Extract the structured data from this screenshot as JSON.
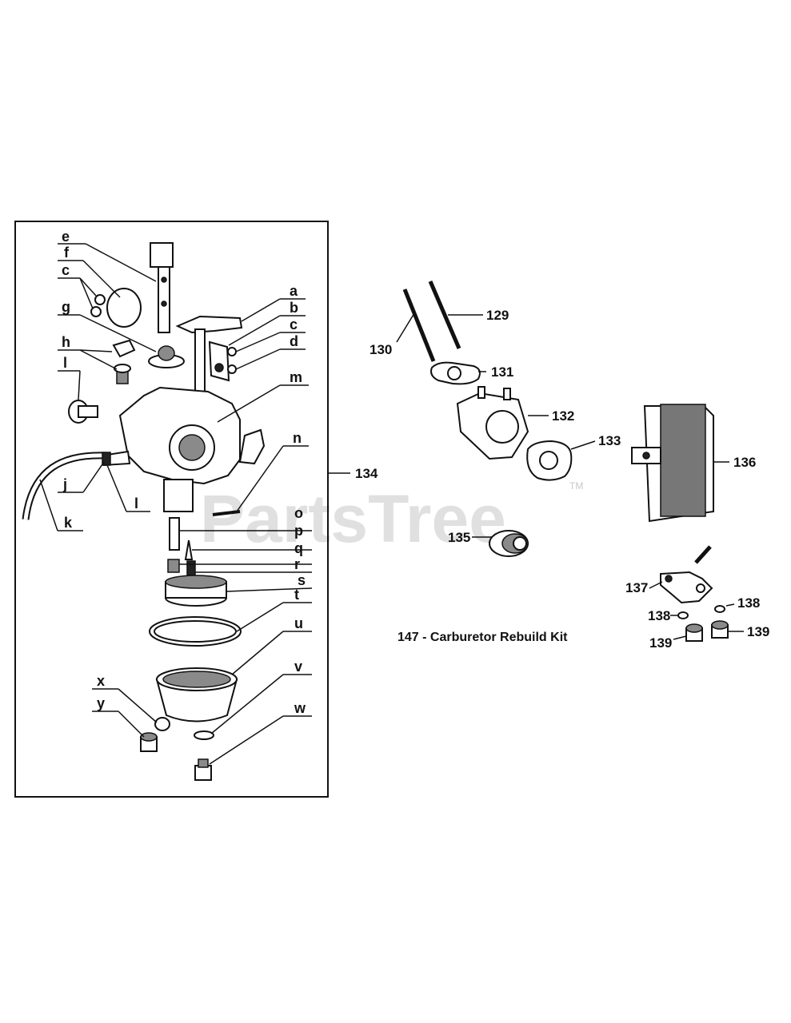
{
  "diagram": {
    "kit_label": "147 - Carburetor Rebuild Kit",
    "watermark": "PartsTree",
    "trademark": "TM",
    "letters": {
      "e": "e",
      "f": "f",
      "c1": "c",
      "g": "g",
      "h": "h",
      "l1": "l",
      "a": "a",
      "b": "b",
      "c2": "c",
      "d": "d",
      "m": "m",
      "n": "n",
      "j": "j",
      "k": "k",
      "l2": "l",
      "o": "o",
      "p": "p",
      "q": "q",
      "r": "r",
      "s": "s",
      "t": "t",
      "u": "u",
      "v": "v",
      "w": "w",
      "x": "x",
      "y": "y"
    },
    "parts": {
      "p129": "129",
      "p130": "130",
      "p131": "131",
      "p132": "132",
      "p133": "133",
      "p134": "134",
      "p135": "135",
      "p136": "136",
      "p137": "137",
      "p138a": "138",
      "p138b": "138",
      "p139a": "139",
      "p139b": "139"
    }
  }
}
